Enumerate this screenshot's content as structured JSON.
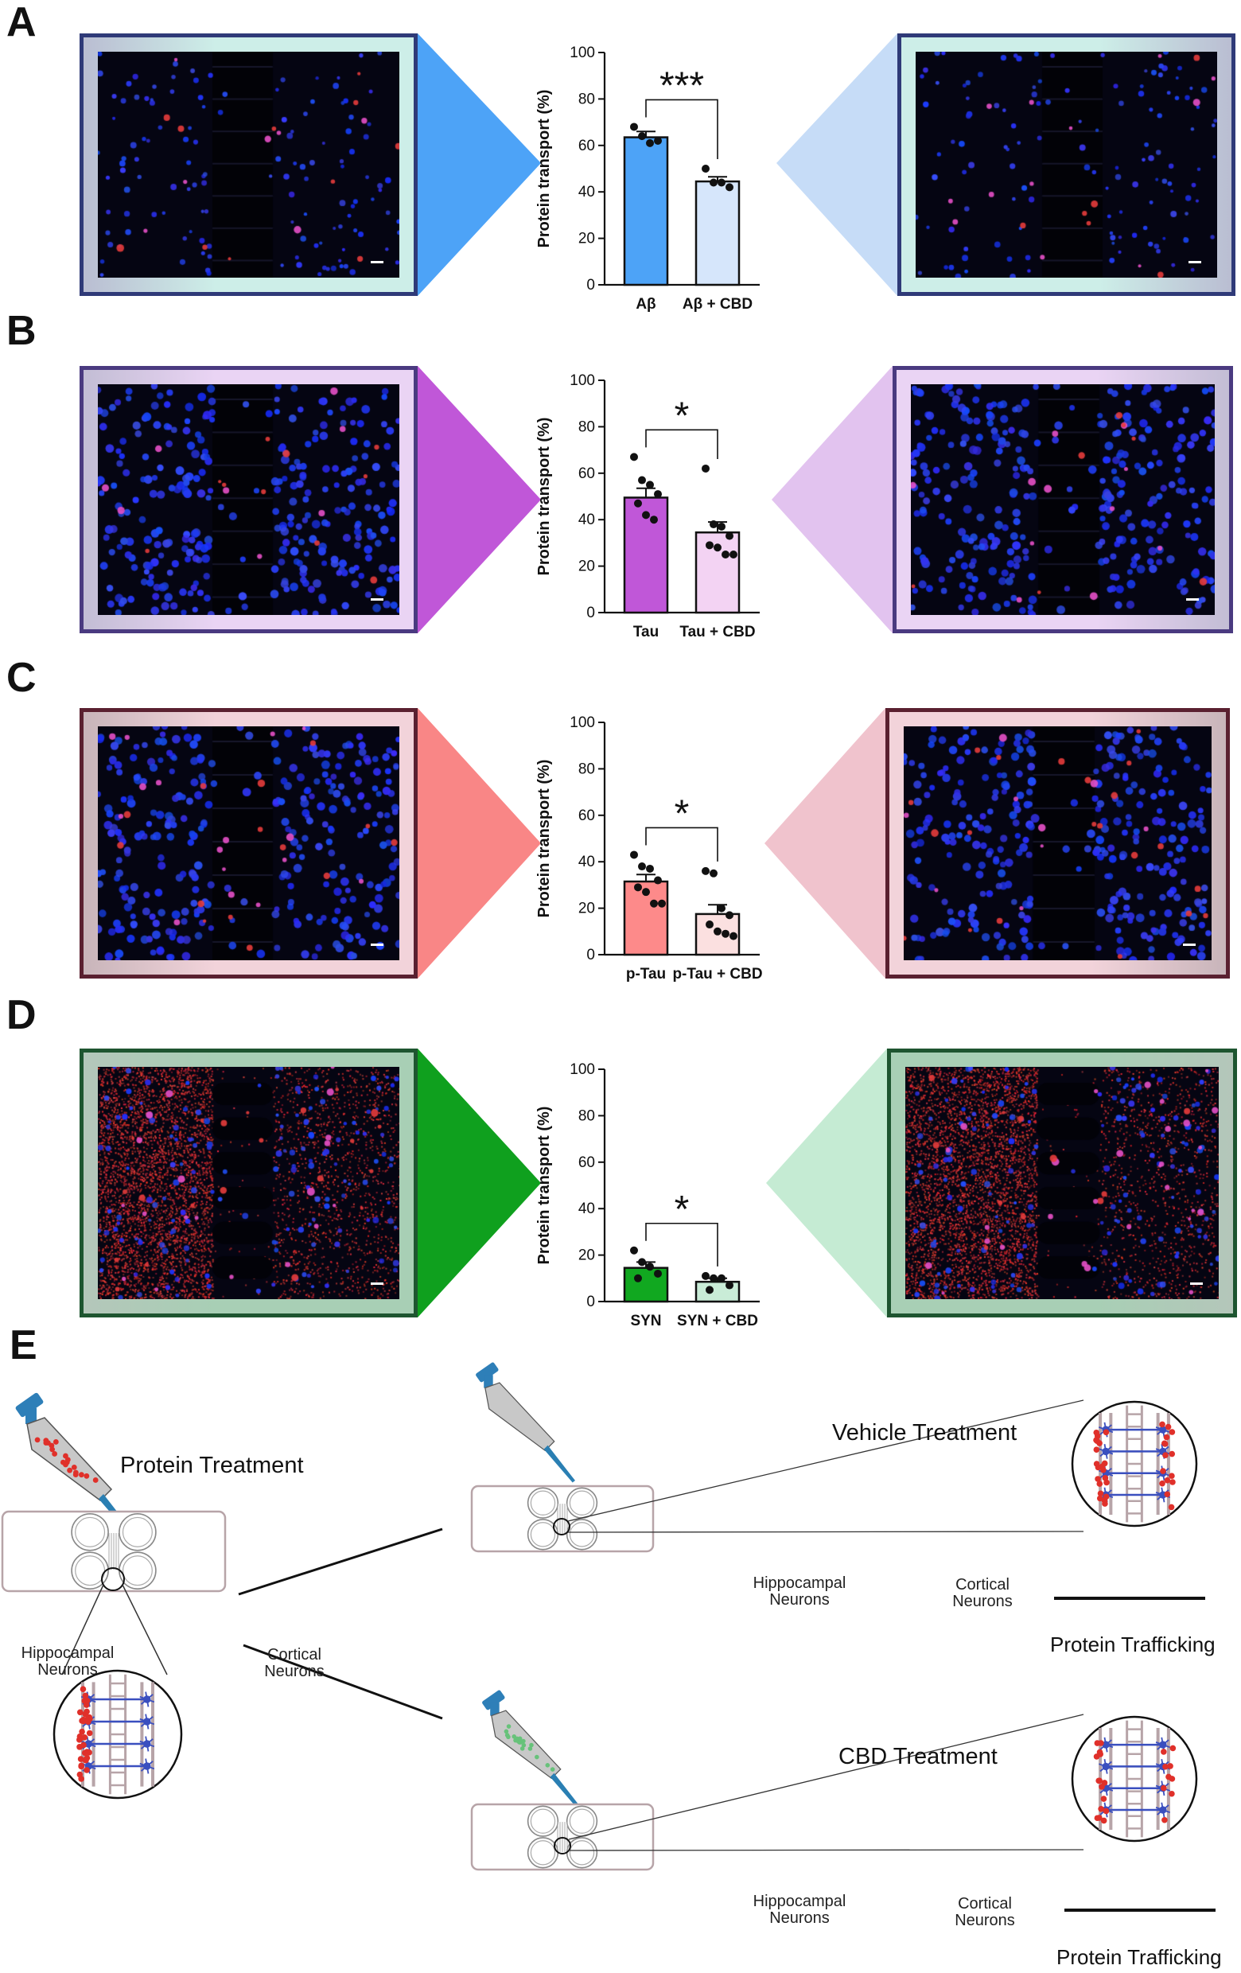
{
  "panels": [
    {
      "letter": "A",
      "frame_light": "#cdeee8",
      "frame_dark": "#2f3a78",
      "triangle_left": "#4da3f7",
      "triangle_right": "#c6dcf7",
      "cell_density": "sparse",
      "red_level": "low",
      "seed": 11
    },
    {
      "letter": "B",
      "frame_light": "#ead4f4",
      "frame_dark": "#4a3a80",
      "triangle_left": "#c057d8",
      "triangle_right": "#e2c3ef",
      "cell_density": "dense",
      "red_level": "low",
      "seed": 23
    },
    {
      "letter": "C",
      "frame_light": "#f2d3da",
      "frame_dark": "#5a2030",
      "triangle_left": "#f98686",
      "triangle_right": "#f0c3cd",
      "cell_density": "dense",
      "red_level": "medium",
      "seed": 37
    },
    {
      "letter": "D",
      "frame_light": "#a8cfb5",
      "frame_dark": "#1e5530",
      "triangle_left": "#0fa01e",
      "triangle_right": "#c5ebd3",
      "cell_density": "medium",
      "red_level": "high",
      "seed": 53
    }
  ],
  "chart_data": [
    {
      "type": "bar",
      "categories": [
        "Aβ",
        "Aβ + CBD"
      ],
      "values": [
        63.5,
        44.5
      ],
      "errors": [
        2.5,
        2.0
      ],
      "points": [
        [
          68,
          64,
          61,
          62
        ],
        [
          50,
          44,
          44,
          42
        ]
      ],
      "colors": [
        "#4da3f7",
        "#d6e6fb"
      ],
      "ylabel": "Protein transport (%)",
      "ylim": [
        0,
        100
      ],
      "yticks": [
        0,
        20,
        40,
        60,
        80,
        100
      ],
      "significance": "***"
    },
    {
      "type": "bar",
      "categories": [
        "Tau",
        "Tau + CBD"
      ],
      "values": [
        49.5,
        34.5
      ],
      "errors": [
        4.0,
        4.5
      ],
      "points": [
        [
          67,
          57,
          55,
          51,
          47,
          42,
          40
        ],
        [
          62,
          38,
          37,
          33,
          29,
          28,
          25,
          25
        ]
      ],
      "colors": [
        "#c057d8",
        "#f3d3f3"
      ],
      "ylabel": "Protein transport (%)",
      "ylim": [
        0,
        100
      ],
      "yticks": [
        0,
        20,
        40,
        60,
        80,
        100
      ],
      "significance": "*"
    },
    {
      "type": "bar",
      "categories": [
        "p-Tau",
        "p-Tau + CBD"
      ],
      "values": [
        31.5,
        17.5
      ],
      "errors": [
        3.0,
        4.0
      ],
      "points": [
        [
          43,
          38,
          37,
          32,
          29,
          27,
          22,
          22
        ],
        [
          36,
          35,
          20,
          17,
          13,
          10,
          9,
          8
        ]
      ],
      "colors": [
        "#fd8a8a",
        "#fbe0e0"
      ],
      "ylabel": "Protein transport (%)",
      "ylim": [
        0,
        100
      ],
      "yticks": [
        0,
        20,
        40,
        60,
        80,
        100
      ],
      "significance": "*"
    },
    {
      "type": "bar",
      "categories": [
        "SYN",
        "SYN + CBD"
      ],
      "values": [
        14.5,
        8.5
      ],
      "errors": [
        2.5,
        1.5
      ],
      "points": [
        [
          22,
          17,
          15,
          12,
          10
        ],
        [
          11,
          10,
          10,
          7,
          5
        ]
      ],
      "colors": [
        "#11a820",
        "#c9ecd7"
      ],
      "ylabel": "Protein transport (%)",
      "ylim": [
        0,
        100
      ],
      "yticks": [
        0,
        20,
        40,
        60,
        80,
        100
      ],
      "significance": "*"
    }
  ],
  "panel_e": {
    "letter": "E",
    "protein_treatment": "Protein Treatment",
    "vehicle_treatment": "Vehicle Treatment",
    "cbd_treatment": "CBD Treatment",
    "hippocampal": "Hippocampal\nNeurons",
    "cortical": "Cortical\nNeurons",
    "trafficking": "Protein Trafficking",
    "colors": {
      "syringe_cap": "#2e7fb8",
      "syringe_body": "#c8c8c8",
      "needle": "#2a7fb3",
      "protein_dot": "#e0302a",
      "cbd_dot": "#67c27a",
      "neuron": "#3a4fbf",
      "device_outline": "#b7a4a8"
    }
  }
}
